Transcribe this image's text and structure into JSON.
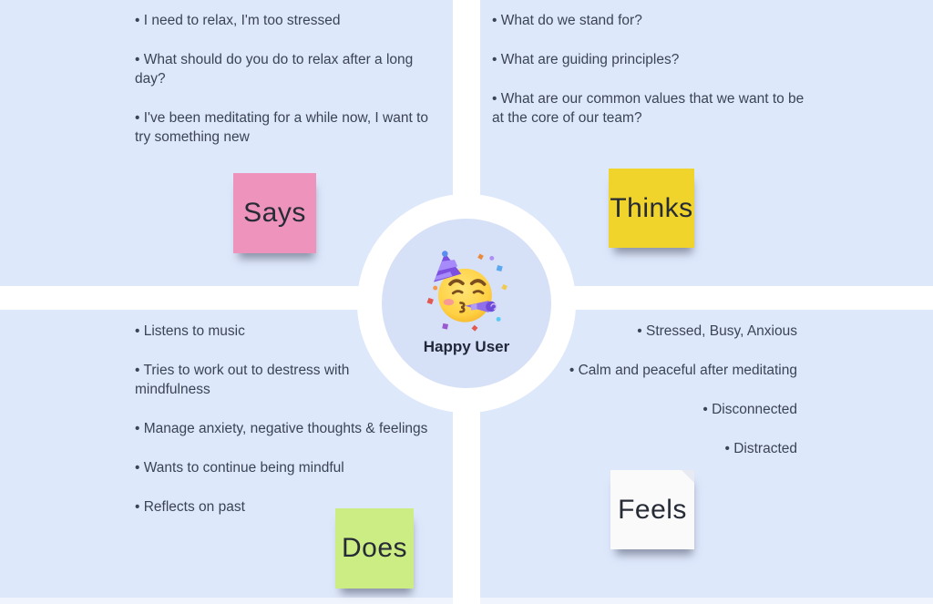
{
  "board": {
    "type": "empathy-map",
    "background_color": "#DEE8FB",
    "divider_color": "#FFFFFF",
    "text_color": "#3B4457"
  },
  "center": {
    "label": "Happy User",
    "emoji": "party-face"
  },
  "quadrants": {
    "says": {
      "label": "Says",
      "note_color": "#EE93BB",
      "items": [
        "I need to relax, I'm too stressed",
        "What should do you do to relax after a long day?",
        "I've been meditating for a while now, I want to try something new"
      ]
    },
    "thinks": {
      "label": "Thinks",
      "note_color": "#F0D32B",
      "items": [
        "What do we stand for?",
        "What are guiding principles?",
        "What are our common values that we want to be at the core of our team?"
      ]
    },
    "does": {
      "label": "Does",
      "note_color": "#CCEC84",
      "items": [
        "Listens to music",
        "Tries to work out to destress with mindfulness",
        "Manage anxiety, negative thoughts & feelings",
        "Wants to continue being mindful",
        "Reflects on past"
      ]
    },
    "feels": {
      "label": "Feels",
      "note_color": "#FAFAFB",
      "items": [
        "Stressed, Busy, Anxious",
        "Calm and peaceful after meditating",
        "Disconnected",
        "Distracted"
      ]
    }
  }
}
